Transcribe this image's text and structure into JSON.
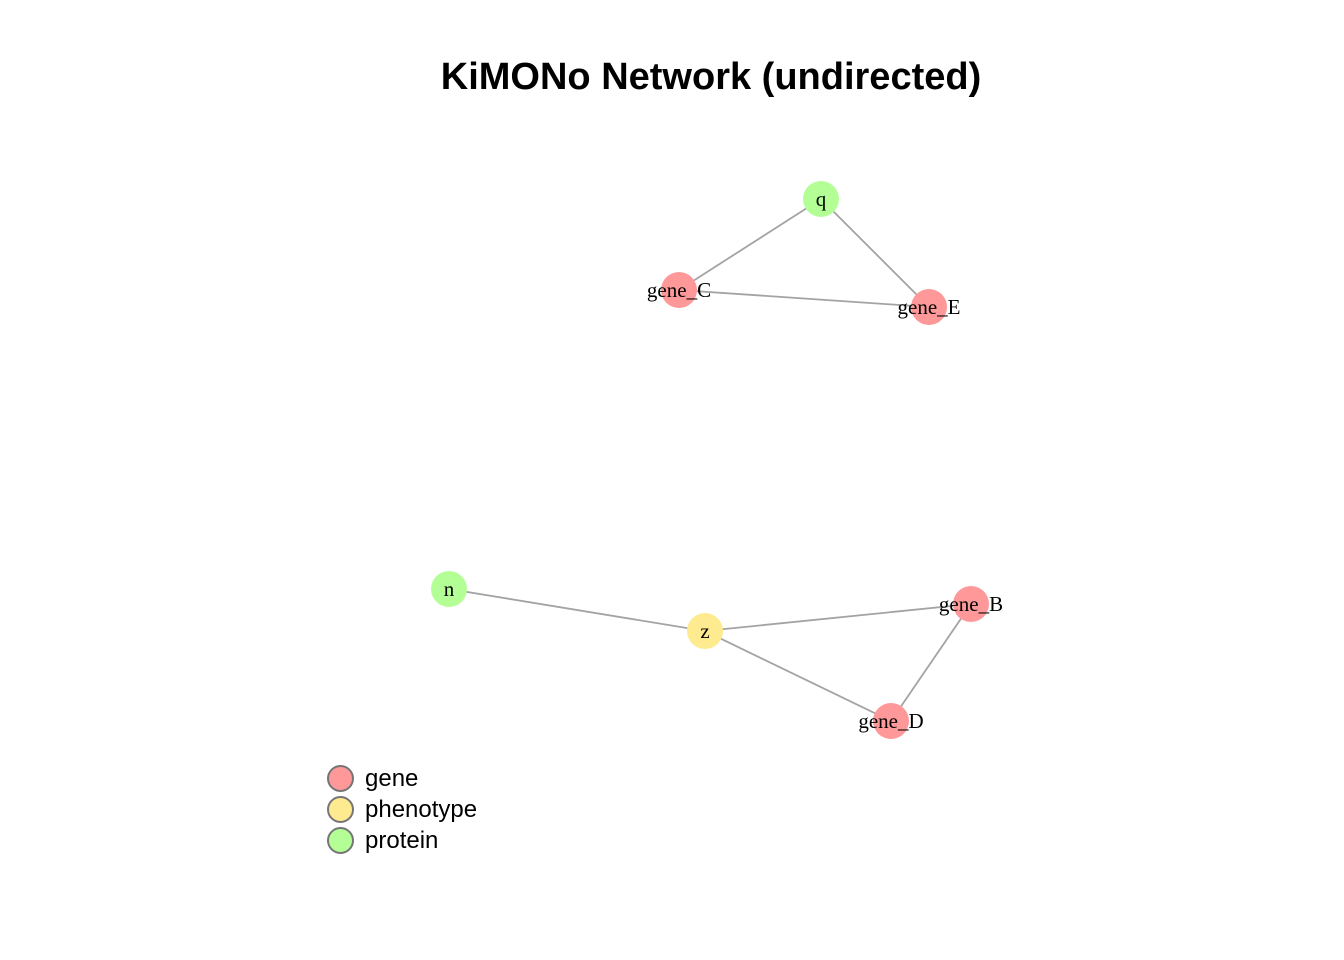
{
  "title": "KiMONo Network (undirected)",
  "node_colors": {
    "gene": "#FF9999",
    "phenotype": "#FFEB8F",
    "protein": "#B3FF96"
  },
  "edge_color": "#A3A3A3",
  "nodes": [
    {
      "id": "q",
      "label": "q",
      "type": "protein"
    },
    {
      "id": "gene_C",
      "label": "gene_C",
      "type": "gene"
    },
    {
      "id": "gene_E",
      "label": "gene_E",
      "type": "gene"
    },
    {
      "id": "n",
      "label": "n",
      "type": "protein"
    },
    {
      "id": "z",
      "label": "z",
      "type": "phenotype"
    },
    {
      "id": "gene_B",
      "label": "gene_B",
      "type": "gene"
    },
    {
      "id": "gene_D",
      "label": "gene_D",
      "type": "gene"
    }
  ],
  "edges": [
    [
      "q",
      "gene_C"
    ],
    [
      "q",
      "gene_E"
    ],
    [
      "gene_C",
      "gene_E"
    ],
    [
      "n",
      "z"
    ],
    [
      "z",
      "gene_B"
    ],
    [
      "z",
      "gene_D"
    ],
    [
      "gene_B",
      "gene_D"
    ]
  ],
  "legend": [
    {
      "label": "gene",
      "type": "gene"
    },
    {
      "label": "phenotype",
      "type": "phenotype"
    },
    {
      "label": "protein",
      "type": "protein"
    }
  ]
}
